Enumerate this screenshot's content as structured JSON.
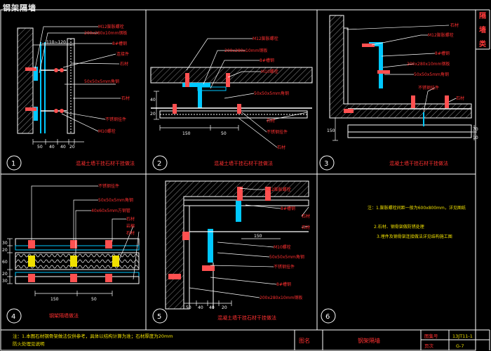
{
  "drawing": {
    "frame_title": "钢架隔墙",
    "side_tab": [
      "隔",
      "墙",
      "类"
    ],
    "colors": {
      "line": "#ffffff",
      "callout": "#ff3030",
      "dim": "#ffffff",
      "section": "#00c8ff",
      "anchor": "#ff5050",
      "hatch": "#9a9a9a",
      "yellow": "#f0e000",
      "cyan": "#00ffff",
      "green": "#00ff00"
    }
  },
  "details": {
    "d1": {
      "number": "1",
      "caption": "混凝土墙干挂石材干挂做法",
      "labels": [
        "M12膨胀螺栓",
        "200x280x10mm钢板",
        "8#槽钢",
        "连接件",
        "石材",
        "50x50x5mm角钢",
        "石材",
        "不锈钢挂件",
        "M10螺栓"
      ],
      "dims_top": [
        "110~120"
      ],
      "dims_bottom": [
        "50",
        "40",
        "40",
        "20"
      ]
    },
    "d2": {
      "number": "2",
      "caption": "混凝土墙干挂石材干挂做法",
      "labels": [
        "M12膨胀螺栓",
        "200x280x10mm钢板",
        "8#槽钢",
        "M10螺栓",
        "50x50x5mm角钢",
        "石材",
        "不锈钢挂件",
        "石材"
      ],
      "dims_left": [
        "40",
        "20"
      ],
      "dims_bottom": [
        "150",
        "50"
      ]
    },
    "d3": {
      "number": "3",
      "caption": "混凝土墙干挂石材干挂做法",
      "labels": [
        "石材",
        "M12膨胀螺栓",
        "8#槽钢",
        "200x280x10mm钢板",
        "50x50x5mm角钢",
        "不锈钢挂件",
        "石材"
      ],
      "dims_left": [
        "150"
      ],
      "dims_right": [
        "70",
        "10"
      ]
    },
    "d4": {
      "number": "4",
      "caption": "钢架隔墙做法",
      "labels": [
        "不锈钢挂件",
        "50x50x5mm角钢",
        "40x60x5mm方钢管",
        "石材",
        "岩棉",
        "石材"
      ],
      "dims_left": [
        "30",
        "20",
        "60",
        "20",
        "30"
      ],
      "dims_bottom": [
        "150",
        "50"
      ]
    },
    "d5": {
      "number": "5",
      "caption": "混凝土墙干挂石材干挂做法",
      "labels": [
        "M12膨胀螺栓",
        "8#槽钢",
        "石材",
        "石材",
        "M10螺栓",
        "50x50x5mm角钢",
        "不锈钢挂件",
        "8#槽钢",
        "200x280x10mm钢板"
      ],
      "dims_bottom": [
        "50",
        "40",
        "40",
        "20"
      ],
      "dims_top": [
        "150"
      ]
    },
    "d6": {
      "number": "6",
      "notes": [
        "注：1.膨胀螺栓间距一般为600x800mm，详见图纸",
        "2.石材、钢骨架做防锈处理",
        "3.埋件及钢骨架连接做法详见结构施工图"
      ]
    }
  },
  "title_block": {
    "note": "注：1.本图石材钢骨架做法仅供参考，具体以结构计算为准；石材厚度为20mm",
    "note2": "防火处理见说明",
    "label_name": "图名",
    "name_value": "钢架隔墙",
    "label_atlas": "图集号",
    "atlas_value": "13JT11-1",
    "label_page": "页次",
    "page_value": "G-7"
  }
}
